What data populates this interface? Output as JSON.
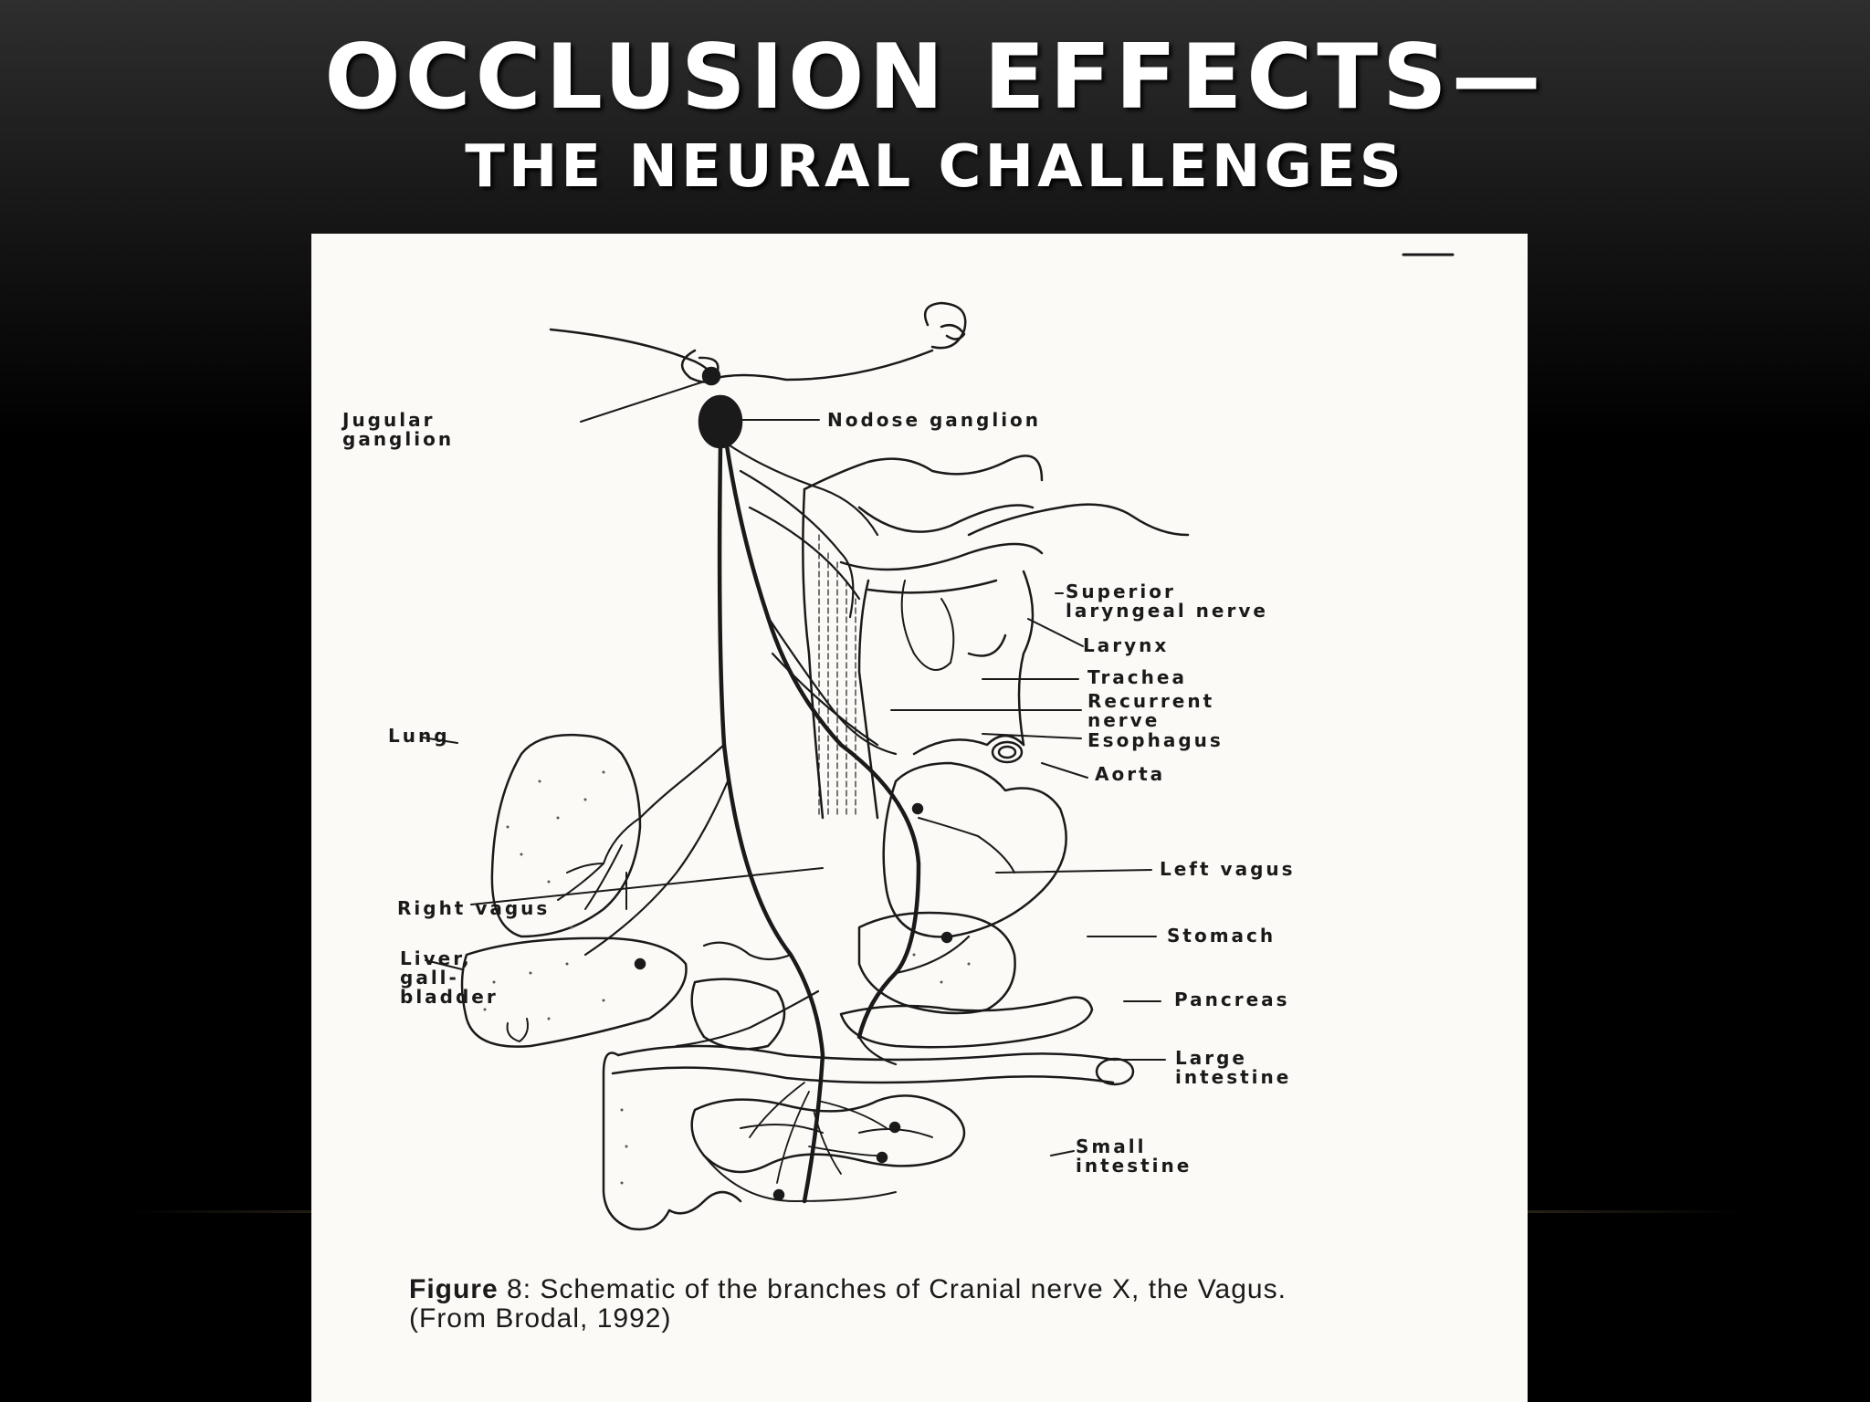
{
  "slide": {
    "title": "OCCLUSION EFFECTS—",
    "subtitle": "THE NEURAL CHALLENGES"
  },
  "figure": {
    "labels": {
      "jugular_ganglion": "Jugular\nganglion",
      "nodose_ganglion": "Nodose ganglion",
      "superior_laryngeal_nerve": "Superior\nlaryngeal nerve",
      "larynx": "Larynx",
      "trachea": "Trachea",
      "recurrent_nerve": "Recurrent\nnerve",
      "esophagus": "Esophagus",
      "aorta": "Aorta",
      "lung": "Lung",
      "left_vagus": "Left vagus",
      "right_vagus": "Right vagus",
      "stomach": "Stomach",
      "liver_gallbladder": "Liver,\ngall-\nbladder",
      "pancreas": "Pancreas",
      "large_intestine": "Large\nintestine",
      "small_intestine": "Small\nintestine"
    },
    "caption": {
      "figure_word": "Figure",
      "figure_number": "8",
      "text": ": Schematic of the branches of Cranial nerve X, the Vagus. (From Brodal, 1992)"
    }
  }
}
